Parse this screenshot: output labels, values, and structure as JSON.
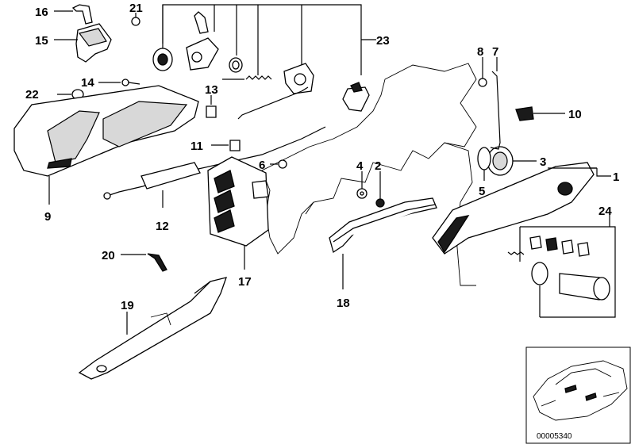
{
  "diagram": {
    "title": "Door handle, outer / inner — exploded parts view",
    "reference_code": "00005340",
    "callouts": [
      {
        "id": "1",
        "label": "1"
      },
      {
        "id": "2",
        "label": "2"
      },
      {
        "id": "3",
        "label": "3"
      },
      {
        "id": "4",
        "label": "4"
      },
      {
        "id": "5",
        "label": "5"
      },
      {
        "id": "6",
        "label": "6"
      },
      {
        "id": "7",
        "label": "7"
      },
      {
        "id": "8",
        "label": "8"
      },
      {
        "id": "9",
        "label": "9"
      },
      {
        "id": "10",
        "label": "10"
      },
      {
        "id": "11",
        "label": "11"
      },
      {
        "id": "12",
        "label": "12"
      },
      {
        "id": "13",
        "label": "13"
      },
      {
        "id": "14",
        "label": "14"
      },
      {
        "id": "15",
        "label": "15"
      },
      {
        "id": "16",
        "label": "16"
      },
      {
        "id": "17",
        "label": "17"
      },
      {
        "id": "18",
        "label": "18"
      },
      {
        "id": "19",
        "label": "19"
      },
      {
        "id": "20",
        "label": "20"
      },
      {
        "id": "21",
        "label": "21"
      },
      {
        "id": "22",
        "label": "22"
      },
      {
        "id": "23",
        "label": "23"
      },
      {
        "id": "24",
        "label": "24"
      }
    ],
    "inset": {
      "subject": "car-silhouette-location",
      "code": "00005340"
    }
  }
}
